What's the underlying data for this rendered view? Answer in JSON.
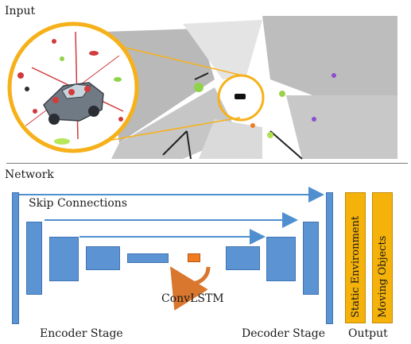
{
  "sections": {
    "input_label": "Input",
    "network_label": "Network"
  },
  "diagram": {
    "skip_label": "Skip Connections",
    "convlstm_label": "ConvLSTM",
    "encoder_label": "Encoder Stage",
    "decoder_label": "Decoder Stage",
    "output_label": "Output",
    "outputs": [
      "Static Environment",
      "Moving Objects"
    ]
  },
  "colors": {
    "encoder_block": "#5b93d3",
    "arrow": "#4f8fd0",
    "convlstm_block": "#ef7c22",
    "recurrent_arrow": "#d9772e",
    "output_block": "#f5b20a",
    "zoom_ring": "#f6b11a"
  }
}
